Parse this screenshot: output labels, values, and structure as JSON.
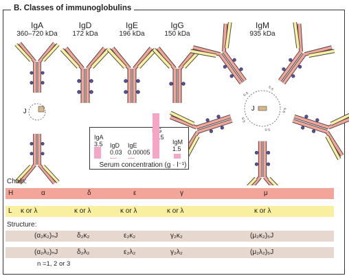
{
  "heading": "B. Classes of immunoglobulins",
  "classes": [
    {
      "name": "IgA",
      "kda": "360–720 kDa"
    },
    {
      "name": "IgD",
      "kda": "172 kDa"
    },
    {
      "name": "IgE",
      "kda": "196 kDa"
    },
    {
      "name": "IgG",
      "kda": "150 kDa"
    },
    {
      "name": "IgM",
      "kda": "935 kDa"
    }
  ],
  "j_label": "J",
  "ss_label": "S-S",
  "serum": {
    "caption": "Serum concentration (g · l⁻¹)",
    "bars": [
      {
        "name": "IgA",
        "value": "3.5",
        "num": 3.5
      },
      {
        "name": "IgD",
        "value": "0.03",
        "num": 0.03
      },
      {
        "name": "IgE",
        "value": "0.00005",
        "num": 5e-05
      },
      {
        "name": "IgG",
        "value": "13.5",
        "num": 13.5
      },
      {
        "name": "IgM",
        "value": "1.5",
        "num": 1.5
      }
    ]
  },
  "chain_label": "Chain:",
  "h_row": {
    "label": "H",
    "cells": [
      "α",
      "δ",
      "ε",
      "γ",
      "μ"
    ]
  },
  "l_row": {
    "label": "L",
    "cells": [
      "κ or λ",
      "κ or λ",
      "κ or λ",
      "κ or λ",
      "κ or λ"
    ]
  },
  "structure_label": "Structure:",
  "kappa_row": [
    "(α₂κ₂)ₙJ",
    "δ₂κ₂",
    "ε₂κ₂",
    "γ₂κ₂",
    "(μ₂κ₂)₅J"
  ],
  "lambda_row": [
    "(α₂λ₂)ₙJ",
    "δ₂λ₂",
    "ε₂λ₂",
    "γ₂λ₂",
    "(μ₂λ₂)₅J"
  ],
  "note": "n =1, 2 or 3",
  "colors": {
    "heavy": "#f4a59a",
    "light": "#f8f0a0",
    "structure": "#e7d8cf",
    "bar": "#f4a6c6",
    "carb": "#5a4fa8"
  }
}
